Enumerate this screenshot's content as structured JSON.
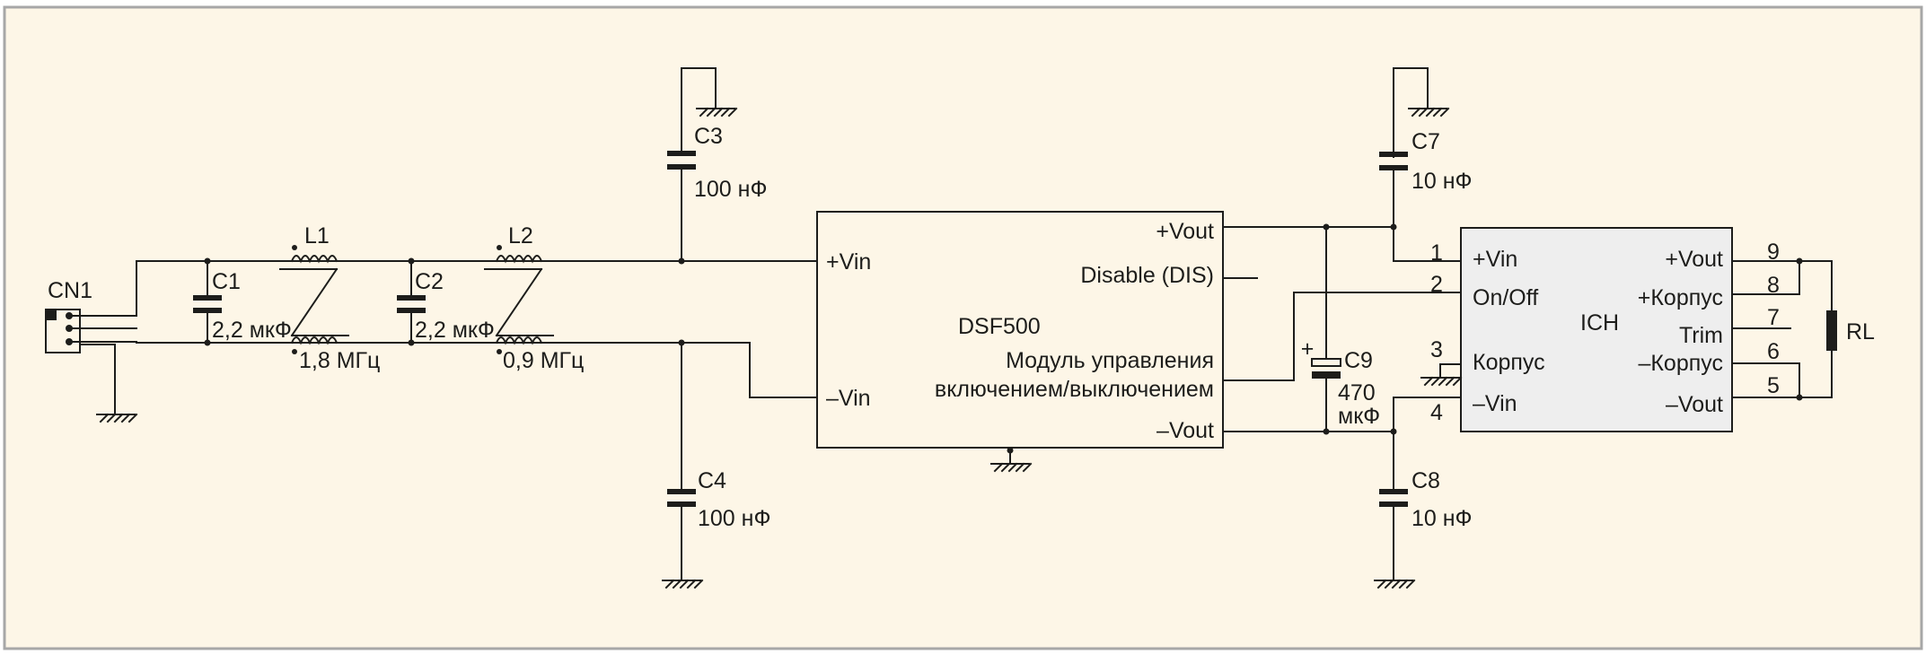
{
  "colors": {
    "background": "#fdf6e7",
    "frame": "#a7a7a7",
    "ink": "#1d1d1b",
    "ic_fill": "#eeeeee"
  },
  "connector": {
    "name": "CN1"
  },
  "c1": {
    "name": "C1",
    "value": "2,2 мкФ"
  },
  "c2": {
    "name": "C2",
    "value": "2,2 мкФ"
  },
  "l1": {
    "name": "L1",
    "freq": "1,8 МГц"
  },
  "l2": {
    "name": "L2",
    "freq": "0,9 МГц"
  },
  "c3": {
    "name": "C3",
    "value": "100 нФ"
  },
  "c4": {
    "name": "C4",
    "value": "100 нФ"
  },
  "c7": {
    "name": "C7",
    "value": "10 нФ"
  },
  "c8": {
    "name": "C8",
    "value": "10 нФ"
  },
  "c9": {
    "name": "C9",
    "value_line1": "470",
    "value_line2": "мкФ",
    "polarity": "+"
  },
  "dsf": {
    "name": "DSF500",
    "pin_vin_plus": "+Vin",
    "pin_vin_minus": "–Vin",
    "pin_vout_plus": "+Vout",
    "pin_vout_minus": "–Vout",
    "pin_disable": "Disable (DIS)",
    "desc_line1": "Модуль управления",
    "desc_line2": "включением/выключением"
  },
  "ich": {
    "name": "ICH",
    "left_pins": [
      {
        "num": "1",
        "label": "+Vin"
      },
      {
        "num": "2",
        "label": "On/Off"
      },
      {
        "num": "3",
        "label": "Корпус"
      },
      {
        "num": "4",
        "label": "–Vin"
      }
    ],
    "right_pins": [
      {
        "num": "9",
        "label": "+Vout"
      },
      {
        "num": "8",
        "label": "+Корпус"
      },
      {
        "num": "7",
        "label": "Trim"
      },
      {
        "num": "6",
        "label": "–Корпус"
      },
      {
        "num": "5",
        "label": "–Vout"
      }
    ]
  },
  "load": {
    "name": "RL"
  }
}
